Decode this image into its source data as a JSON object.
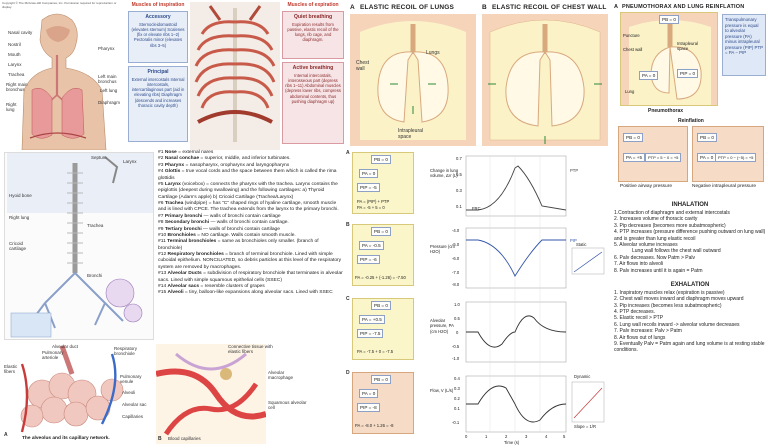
{
  "left": {
    "copyright": "Copyright © The McGraw-Hill Companies, Inc. Permission required for reproduction or display.",
    "head_labels": [
      "Nasal cavity",
      "Nostril",
      "Mouth",
      "Larynx",
      "Trachea",
      "Right main bronchus",
      "Right lung",
      "Pharynx",
      "Left main bronchus",
      "Left lung",
      "Diaphragm"
    ],
    "muscles_title": "Muscles of inspiration",
    "accessory_title": "Accessory",
    "accessory_text": "Sternocleidomastoid (elevates sternum) Scalenes (fix or elevate ribs 1–2) Pectoralis minor (elevates ribs 3–5)",
    "principal_title": "Principal",
    "principal_text": "External intercostals Internal intercostals, intercartilaginous part (aid in elevating ribs) Diaphragm (descends and increases thoracic cavity depth)",
    "exp_title": "Muscles of expiration",
    "quiet_title": "Quiet breathing",
    "quiet_text": "Expiration results from passive, elastic recoil of the lungs, rib cage, and diaphragm.",
    "active_title": "Active breathing",
    "active_text": "Internal intercostals, interosseous part (depress ribs 1–11) Abdominal muscles (depress lower ribs, compress abdominal contents, thus pushing diaphragm up)",
    "spine_labels": [
      "Septum",
      "Right lung",
      "Trachea",
      "Bronchi",
      "Cricoid cartilage",
      "Hyoid bone",
      "Larynx"
    ],
    "alveolus_labels": [
      "Alveolar duct",
      "Respiratory bronchiole",
      "Alveoli",
      "Pulmonary arteriole",
      "Pulmonary venule",
      "Capillaries",
      "Elastic fibers",
      "Alveolar sac"
    ],
    "alveolus_caption": "The alveolus and its capillary network.",
    "capillary_labels": [
      "Alveolar macrophage",
      "Connective tissue with elastic fibers",
      "Squamous alveolar cell",
      "Blood capillaries"
    ],
    "panel_a": "A",
    "panel_b": "B"
  },
  "airway_list": [
    {
      "n": "#1",
      "title": "Nose",
      "text": " = external nares"
    },
    {
      "n": "#2",
      "title": "Nasal conchae",
      "text": " = superior, middle, and inferior turbinates."
    },
    {
      "n": "#3",
      "title": "Pharynx",
      "text": " = nasopharynx, oropharynx and laryngopharynx"
    },
    {
      "n": "#4",
      "title": "Glottis",
      "text": " = true vocal cords and the space between them which is called the rima glottidis"
    },
    {
      "n": "#5",
      "title": "Larynx",
      "text": " (voicebox) = connects the pharynx with the trachea. Larynx contains the epiglottis (deepest during swallowing) and the following cartilages: a) Thyroid Cartilage (Adam's apple) b) Cricoid Cartilage (Trachea/Larynx)"
    },
    {
      "n": "#6",
      "title": "Trachea",
      "text": " (windpipe) = has \"C\" shaped rings of hyaline cartilage, smooth muscle and is lined with CPCE. The trachea extends from the larynx to the primary bronchi."
    },
    {
      "n": "#7",
      "title": "Primary bronchi",
      "text": " — walls of bronchi contain cartilage"
    },
    {
      "n": "#8",
      "title": "Secondary bronchi",
      "text": " — walls of bronchi contain cartilage."
    },
    {
      "n": "#9",
      "title": "Tertiary bronchi",
      "text": " — walls of bronchi contain cartilage"
    },
    {
      "n": "#10",
      "title": "Bronchioles",
      "text": " = NO cartilage. Walls contain smooth muscle."
    },
    {
      "n": "#11",
      "title": "Terminal bronchioles",
      "text": " = same as bronchioles only smaller. (branch of bronchiole)"
    },
    {
      "n": "#12",
      "title": "Respiratory bronchioles",
      "text": " = branch of terminal bronchiole. Lined with simple cuboidal epithelium. NONCILIATED, so debris particles at this level of the respiratory system are removed by macrophages."
    },
    {
      "n": "#13",
      "title": "Alveolar Ducts",
      "text": " = subdivision of respiratory bronchiole that terminates in alveolar sacs. Lined with simple squamous epithelial cells (SSEC)"
    },
    {
      "n": "#14",
      "title": "Alveolar sacs",
      "text": " = resemble clusters of grapes"
    },
    {
      "n": "#15",
      "title": "Alveoli",
      "text": " = tiny, balloon-like expansions along alveolar sacs. Lined with SSEC"
    }
  ],
  "elastic": {
    "a_letter": "A",
    "a_title": "ELASTIC RECOIL OF LUNGS",
    "b_letter": "B",
    "b_title": "ELASTIC RECOIL OF CHEST WALL",
    "labels": [
      "Chest wall",
      "Lungs",
      "Intrapleural space"
    ]
  },
  "graphs": {
    "panels": [
      "A",
      "B",
      "C",
      "D"
    ],
    "boxes": [
      "PB = 0",
      "PA = 0",
      "PIP = -5",
      "PB = 0",
      "PA = -0.5",
      "PIP = -6",
      "PB = 0",
      "PA = +0.5",
      "PIP = -7.5",
      "PB = 0",
      "PA = 0",
      "PIP = -8"
    ],
    "equations": [
      "PA = (PIP) + PTP",
      "PA = -5 + 5 = 0",
      "PA = -0.25 + (-1.26) = -7.50",
      "PA = -7.5 + 0 = -7.5",
      "PA = -8.0 + 1.26 = -8"
    ],
    "y_titles": [
      "Change in lung volume, ΔV (L)",
      "Pressure (cm H2O)",
      "Alveolar pressure, PA (cm H2O)",
      "Flow, V (L/s)"
    ],
    "legend": [
      "PTP",
      "PIP",
      "FRC",
      "Static",
      "Dynamic",
      "Slope = 1/R"
    ],
    "ticks_y": [
      "0.7",
      "0.5",
      "0.3",
      "0.1",
      "-4.0",
      "-5.0",
      "-6.0",
      "-7.0",
      "-8.0",
      "1.0",
      "0.5",
      "0",
      "-0.5",
      "-1.0",
      "0.4",
      "0.3",
      "0.2",
      "0.1",
      "-0.1"
    ],
    "ticks_x": [
      "0",
      "1",
      "2",
      "3",
      "4",
      "5"
    ],
    "x_title": "Time (s)"
  },
  "pneumo": {
    "letter": "A",
    "title": "PNEUMOTHORAX AND LUNG REINFLATION",
    "pb": "PB = 0",
    "pa": "PA = 0",
    "pip": "PIP = 0",
    "labels": [
      "Puncture",
      "Intrapleural space",
      "Chest wall",
      "Lung",
      "Pneumothorax",
      "Reinflation"
    ],
    "note": "Transpulmonary pressure is equal to alveolar pressure (PA) minus intrapleural pressure (PIP) PTP = PA − PIP",
    "b1": "PB = 0",
    "b2": "PB = 0",
    "b3": "PA = +5",
    "b4": "PA = 0",
    "b5": "PTP = 5 − 0 = +5",
    "b6": "PTP = 0 − (−5) = +5",
    "cap1": "Positive airway pressure",
    "cap2": "Negative intrapleural pressure"
  },
  "inhalation": {
    "title": "INHALATION",
    "items": [
      "1.Contraction of diaphragm and external intercostals",
      "2. Increases volume of thoracic cavity",
      "3. Pip decreases (becomes more subatmospheric)",
      "4. PTP increases (pressure difference pushing outward on lung wall) and is greater than lung elastic recoil",
      "5. Alveolar volume increases",
      "Lung wall follows the chest wall outward",
      "6. Palv decreases. Now Patm > Palv",
      "7. Air flows into alveoli",
      "8. Palv increases until it is again = Patm"
    ]
  },
  "exhalation": {
    "title": "EXHALATION",
    "items": [
      "1. Inspiratory muscles relax (expiration is passive)",
      "2. Chest wall moves inward and diaphragm moves upward",
      "3. Pip increases (becomes less subatmospheric)",
      "4. PTP decreases.",
      "5. Elastic recoil > PTP",
      "6. Lung wall recoils inward -> alveolar volume decreases",
      "7. Palv increases: Palv > Patm",
      "8. Air flows out of lungs",
      "9. Eventually Palv = Patm again and lung volume is at resting stable conditions."
    ]
  }
}
